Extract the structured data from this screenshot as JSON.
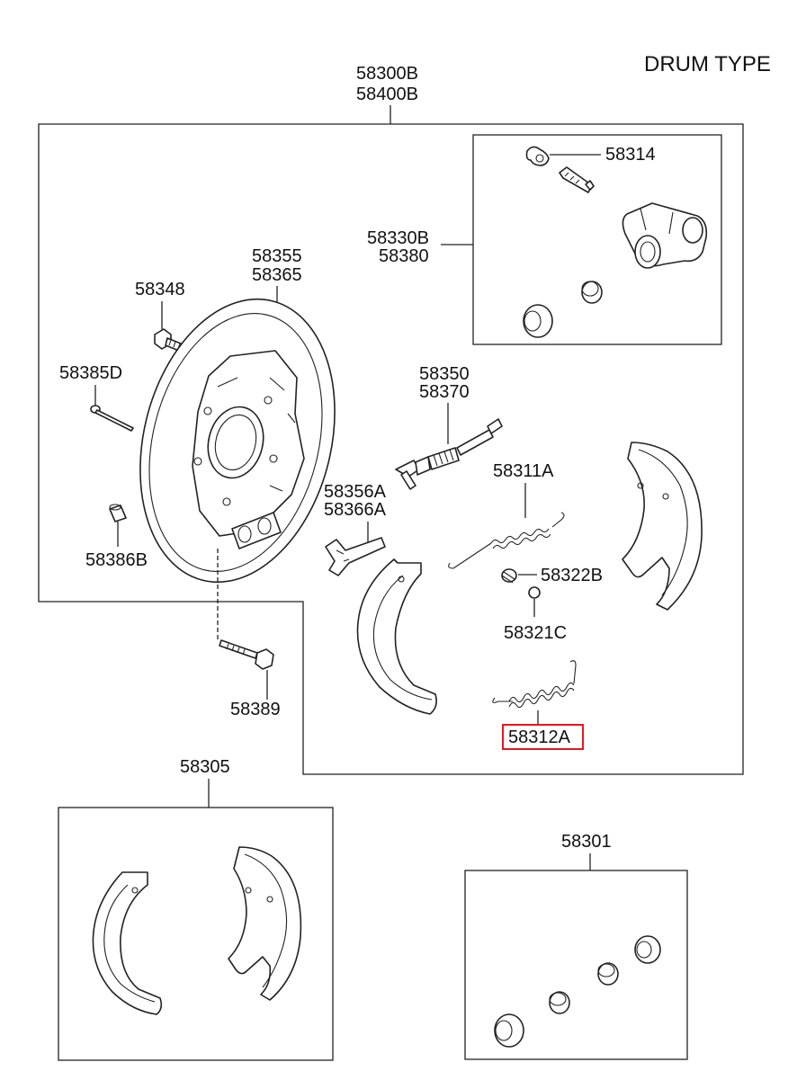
{
  "title": "DRUM TYPE",
  "highlight_color": "#e0191f",
  "labels": {
    "assy_a": "58300B",
    "assy_b": "58400B",
    "p58314": "58314",
    "p58330b": "58330B",
    "p58380": "58380",
    "p58348": "58348",
    "p58355": "58355",
    "p58365": "58365",
    "p58385d": "58385D",
    "p58350": "58350",
    "p58370": "58370",
    "p58311a": "58311A",
    "p58356a": "58356A",
    "p58366a": "58366A",
    "p58322b": "58322B",
    "p58386b": "58386B",
    "p58321c": "58321C",
    "p58389": "58389",
    "p58312a": "58312A",
    "p58305": "58305",
    "p58301": "58301"
  }
}
